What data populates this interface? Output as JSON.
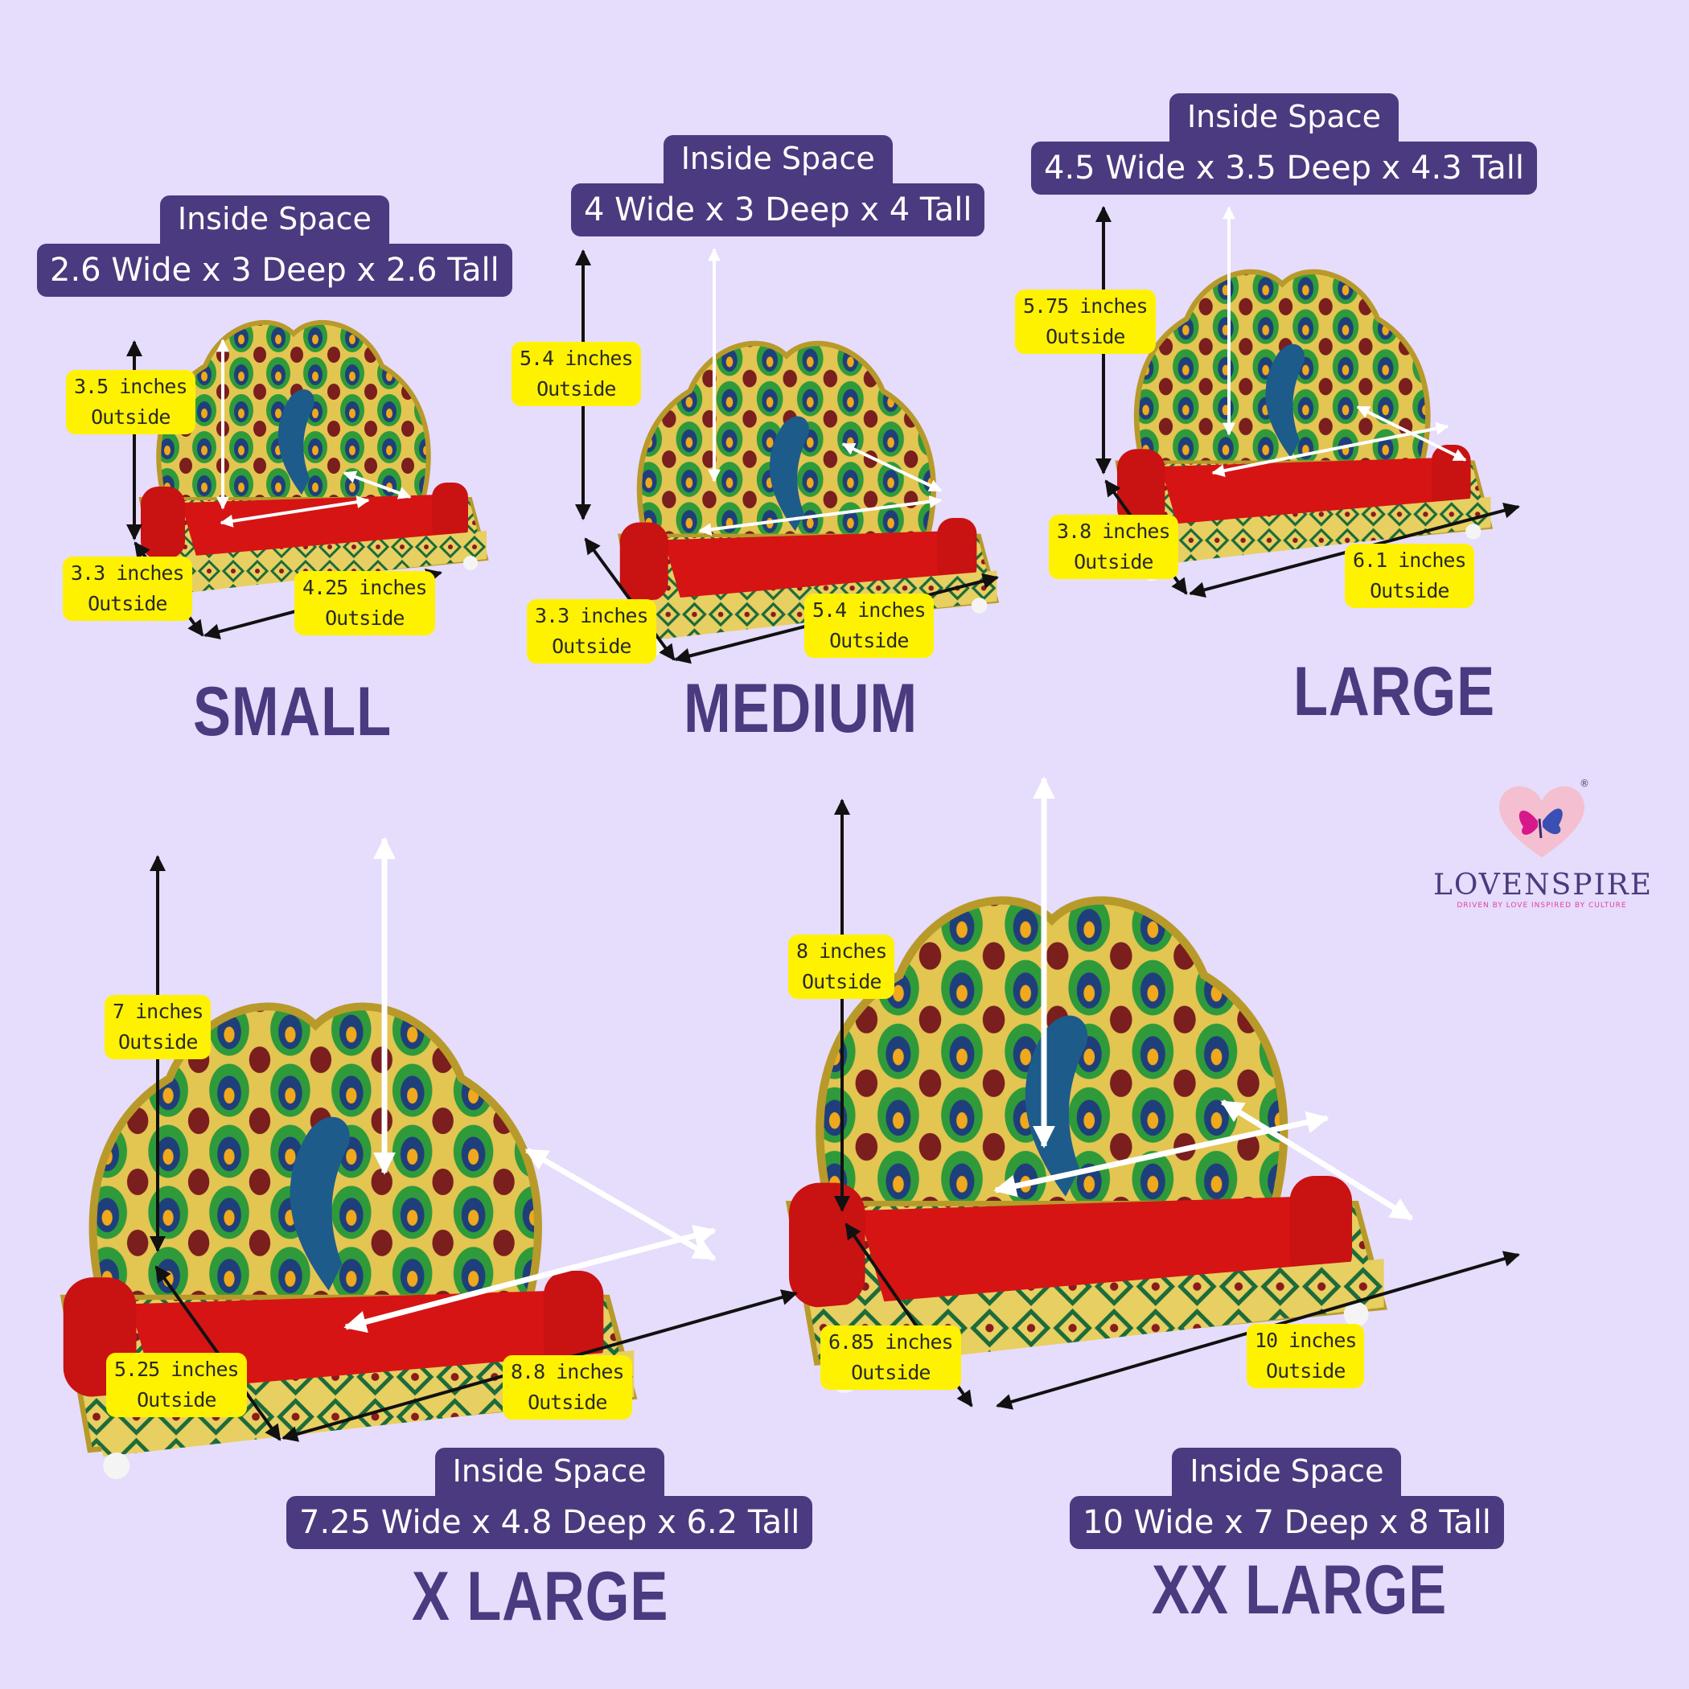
{
  "image": "product-size-chart",
  "colors": {
    "background": "#e6dcfb",
    "plaque": "#4b3a7f",
    "tag": "#fff200",
    "title": "#4b3a7f",
    "cushion": "#d61414",
    "gold": "#d8b73a"
  },
  "products": {
    "small": {
      "title": "SMALL",
      "inside_label": "Inside Space",
      "inside_dims": "2.6 Wide x 3 Deep x 2.6 Tall",
      "height": {
        "value": "3.5 inches",
        "note": "Outside"
      },
      "depth": {
        "value": "3.3 inches",
        "note": "Outside"
      },
      "width": {
        "value": "4.25 inches",
        "note": "Outside"
      }
    },
    "medium": {
      "title": "MEDIUM",
      "inside_label": "Inside Space",
      "inside_dims": "4 Wide x 3 Deep x 4 Tall",
      "height": {
        "value": "5.4  inches",
        "note": "Outside"
      },
      "depth": {
        "value": "3.3 inches",
        "note": "Outside"
      },
      "width": {
        "value": "5.4 inches",
        "note": "Outside"
      }
    },
    "large": {
      "title": "LARGE",
      "inside_label": "Inside Space",
      "inside_dims": "4.5 Wide x 3.5 Deep x 4.3 Tall",
      "height": {
        "value": "5.75 inches",
        "note": "Outside"
      },
      "depth": {
        "value": "3.8 inches",
        "note": "Outside"
      },
      "width": {
        "value": "6.1 inches",
        "note": "Outside"
      }
    },
    "xlarge": {
      "title": "X LARGE",
      "inside_label": "Inside Space",
      "inside_dims": "7.25 Wide x 4.8 Deep x 6.2 Tall",
      "height": {
        "value": "7 inches",
        "note": "Outside"
      },
      "depth": {
        "value": "5.25 inches",
        "note": "Outside"
      },
      "width": {
        "value": "8.8 inches",
        "note": "Outside"
      }
    },
    "xxlarge": {
      "title": "XX LARGE",
      "inside_label": "Inside Space",
      "inside_dims": "10 Wide x 7 Deep x 8 Tall",
      "height": {
        "value": "8 inches",
        "note": "Outside"
      },
      "depth": {
        "value": "6.85 inches",
        "note": "Outside"
      },
      "width": {
        "value": "10 inches",
        "note": "Outside"
      }
    }
  },
  "brand": {
    "name": "LOVENSPIRE",
    "tagline": "DRIVEN BY LOVE INSPIRED BY CULTURE",
    "registered": "®"
  }
}
